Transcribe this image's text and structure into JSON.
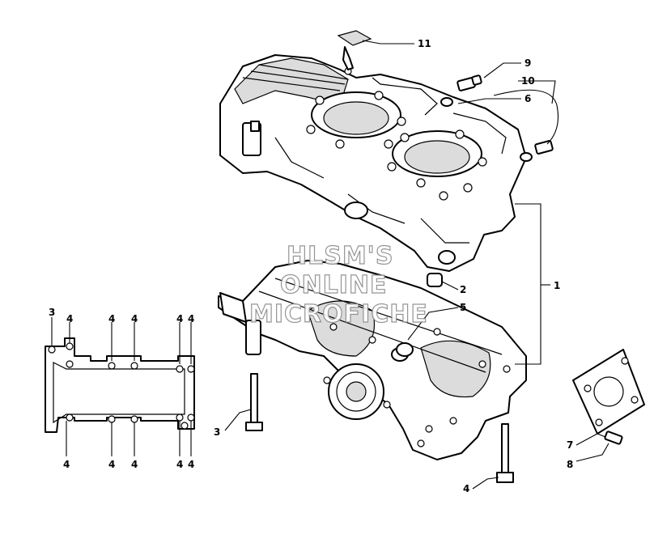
{
  "diagram": {
    "callouts": {
      "c1": "1",
      "c2": "2",
      "c3_bolt": "3",
      "c3_gasket": "3",
      "c4_lower_bolt": "4",
      "c4_g1": "4",
      "c4_g2": "4",
      "c4_g3": "4",
      "c4_g4": "4",
      "c4_g5": "4",
      "c4_g6": "4",
      "c4_g7": "4",
      "c4_g8": "4",
      "c4_g9": "4",
      "c4_g10": "4",
      "c5": "5",
      "c6": "6",
      "c7": "7",
      "c8": "8",
      "c9": "9",
      "c10": "10",
      "c11": "11"
    },
    "watermark": {
      "line1": "HLSM'S",
      "line2": "ONLINE",
      "line3": "MICROFICHE"
    }
  }
}
